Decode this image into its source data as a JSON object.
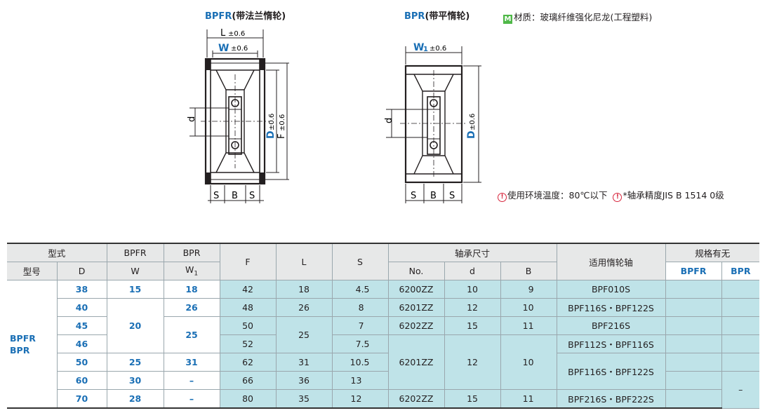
{
  "captions": {
    "bpfr": {
      "code": "BPFR",
      "name": "(带法兰惰轮)"
    },
    "bpr": {
      "code": "BPR",
      "name": "(带平惰轮)"
    }
  },
  "material": {
    "badge": "M",
    "text": "材质：玻璃纤维强化尼龙(工程塑料)"
  },
  "notes": {
    "temp": "使用环境温度：80℃以下",
    "bearing": "*轴承精度JIS B 1514 0级",
    "warn_symbol": "!"
  },
  "dims": {
    "L": "L",
    "W": "W",
    "W1_main": "W",
    "W1_sub": "1",
    "tol": "±0.6",
    "d": "d",
    "D": "D",
    "F": "F",
    "S": "S",
    "B": "B"
  },
  "table": {
    "h": {
      "type": "型式",
      "bpfr": "BPFR",
      "bpr": "BPR",
      "F": "F",
      "L": "L",
      "S": "S",
      "bearing": "轴承尺寸",
      "shaft": "适用惰轮轴",
      "spec": "规格有无",
      "model": "型号",
      "D": "D",
      "W": "W",
      "W1_main": "W",
      "W1_sub": "1",
      "no": "No.",
      "d": "d",
      "B": "B",
      "spec_bpfr": "BPFR",
      "spec_bpr": "BPR"
    },
    "group": {
      "line1": "BPFR",
      "line2": "BPR"
    },
    "dash": "–",
    "rows": [
      {
        "D": "38",
        "W": "15",
        "W1": "18",
        "F": "42",
        "L": "18",
        "S": "4.5",
        "no": "6200ZZ",
        "d": "10",
        "B": "9",
        "shaft": "BPF010S"
      },
      {
        "D": "40",
        "W": "20",
        "W1": "26",
        "F": "48",
        "L": "26",
        "S": "8",
        "no": "6201ZZ",
        "d": "12",
        "B": "10",
        "shaft": "BPF116S・BPF122S"
      },
      {
        "D": "45",
        "W1": "25",
        "F": "50",
        "L": "25",
        "S": "7",
        "no": "6202ZZ",
        "d": "15",
        "B": "11",
        "shaft": "BPF216S"
      },
      {
        "D": "46",
        "F": "52",
        "S": "7.5",
        "no": "6201ZZ",
        "d": "12",
        "B": "10",
        "shaft": "BPF112S・BPF116S"
      },
      {
        "D": "50",
        "W": "25",
        "W1": "31",
        "F": "62",
        "L": "31",
        "S": "10.5",
        "shaft": "BPF116S・BPF122S"
      },
      {
        "D": "60",
        "W": "30",
        "W1": "–",
        "F": "66",
        "L": "36",
        "S": "13"
      },
      {
        "D": "70",
        "W": "28",
        "W1": "–",
        "F": "80",
        "L": "35",
        "S": "12",
        "no": "6202ZZ",
        "d": "15",
        "B": "11",
        "shaft": "BPF216S・BPF222S"
      }
    ]
  }
}
